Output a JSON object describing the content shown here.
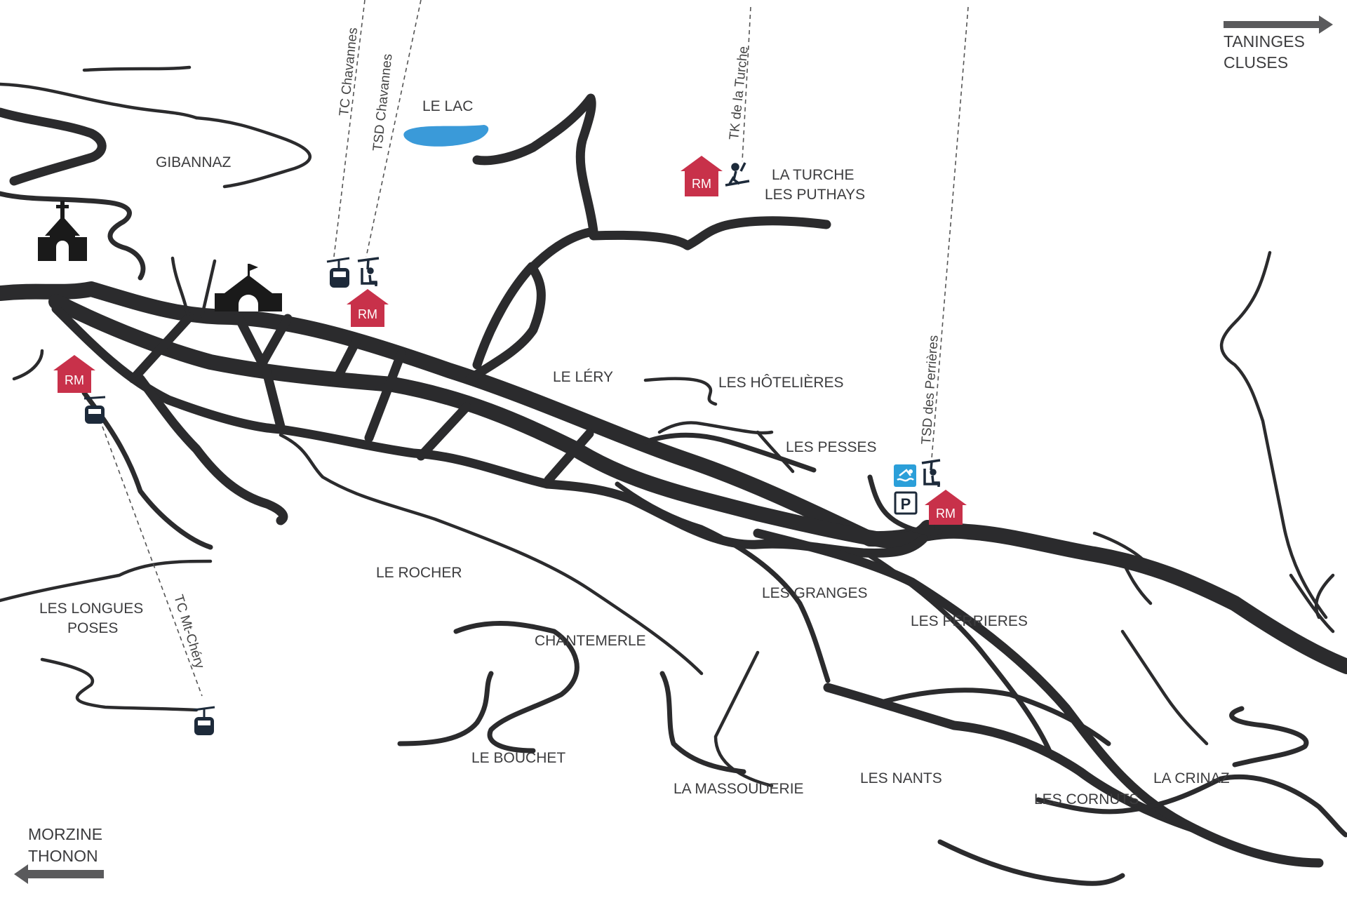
{
  "colors": {
    "road": "#2b2b2d",
    "rm_marker": "#c8314a",
    "lake": "#3a9ad9",
    "icon_dark": "#1d2a3a",
    "arrow": "#5a5a5c",
    "pool_icon": "#2b9fd9"
  },
  "directions": {
    "east": {
      "line1": "TANINGES",
      "line2": "CLUSES",
      "icon": "arrow-right"
    },
    "west": {
      "line1": "MORZINE",
      "line2": "THONON",
      "icon": "arrow-left"
    }
  },
  "places": {
    "gibannaz": "GIBANNAZ",
    "le_lac": "LE LAC",
    "la_turche": "LA TURCHE",
    "les_puthays": "LES PUTHAYS",
    "le_lery": "LE LÉRY",
    "les_hotelieres": "LES HÔTELIÈRES",
    "les_pesses": "LES PESSES",
    "le_rocher": "LE ROCHER",
    "les_granges": "LES GRANGES",
    "les_perrieres": "LES PERRIERES",
    "les_longues": "LES LONGUES",
    "poses": "POSES",
    "chantemerle": "CHANTEMERLE",
    "le_bouchet": "LE BOUCHET",
    "la_massouderie": "LA MASSOUDERIE",
    "les_nants": "LES NANTS",
    "les_cornuts": "LES CORNUTS",
    "la_crinaz": "LA CRINAZ"
  },
  "lifts": {
    "tc_chavannes": "TC Chavannes",
    "tsd_chavannes": "TSD Chavannes",
    "tk_turche": "TK de la Turche",
    "tsd_perrieres": "TSD des Perrières",
    "tc_mt_chery": "TC Mt-Chéry"
  },
  "rm_label": "RM",
  "icons": [
    "church-icon",
    "town-hall-icon",
    "gondola-icon",
    "chairlift-icon",
    "surface-lift-icon",
    "swimming-pool-icon",
    "parking-icon",
    "rm-house-icon"
  ],
  "parking_letter": "P"
}
